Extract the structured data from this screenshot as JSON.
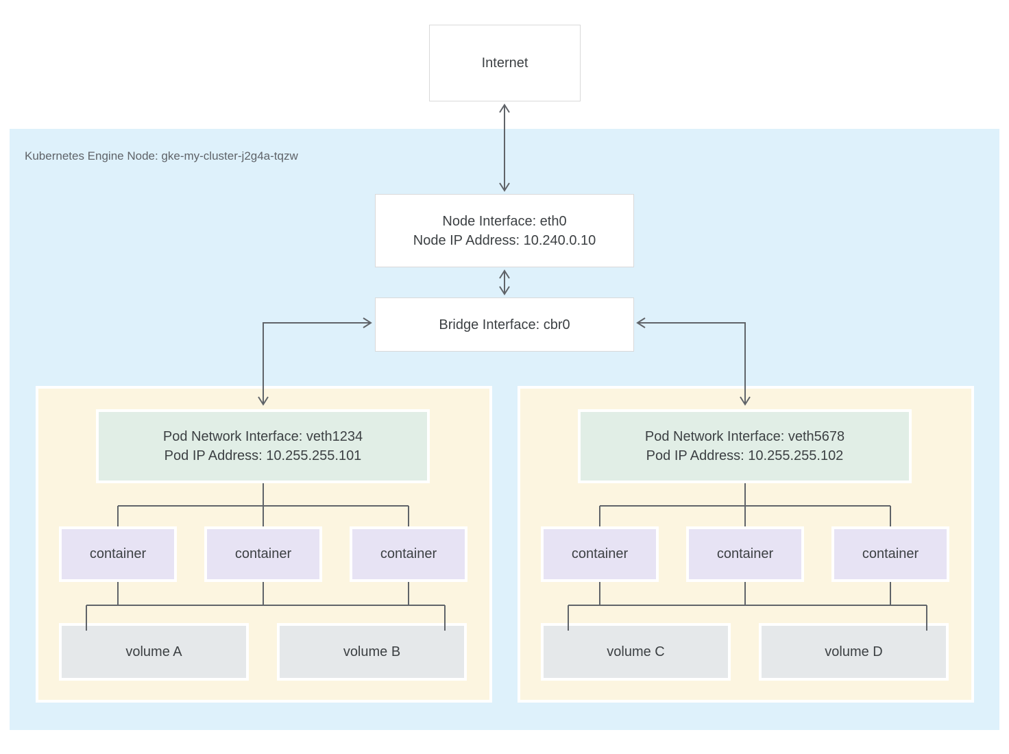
{
  "diagram": {
    "internet": {
      "label": "Internet"
    },
    "kubernetes_node": {
      "label": "Kubernetes Engine Node: gke-my-cluster-j2g4a-tqzw",
      "node_interface": {
        "line1": "Node Interface: eth0",
        "line2": "Node IP Address: 10.240.0.10"
      },
      "bridge_interface": {
        "label": "Bridge Interface: cbr0"
      },
      "pods": [
        {
          "network_interface": {
            "line1": "Pod Network Interface: veth1234",
            "line2": "Pod IP Address: 10.255.255.101"
          },
          "containers": [
            "container",
            "container",
            "container"
          ],
          "volumes": [
            "volume A",
            "volume B"
          ]
        },
        {
          "network_interface": {
            "line1": "Pod Network Interface: veth5678",
            "line2": "Pod IP Address: 10.255.255.102"
          },
          "containers": [
            "container",
            "container",
            "container"
          ],
          "volumes": [
            "volume C",
            "volume D"
          ]
        }
      ]
    },
    "colors": {
      "node_region_bg": "#def1fb",
      "pod_bg": "#fcf5e0",
      "pod_interface_bg": "#e1eee6",
      "container_bg": "#e7e3f4",
      "volume_bg": "#e5e8ea",
      "white_box_border": "#d9d9d9",
      "connector_line": "#5f6368",
      "box_text": "#3c4043",
      "region_label_text": "#5f6368"
    }
  }
}
